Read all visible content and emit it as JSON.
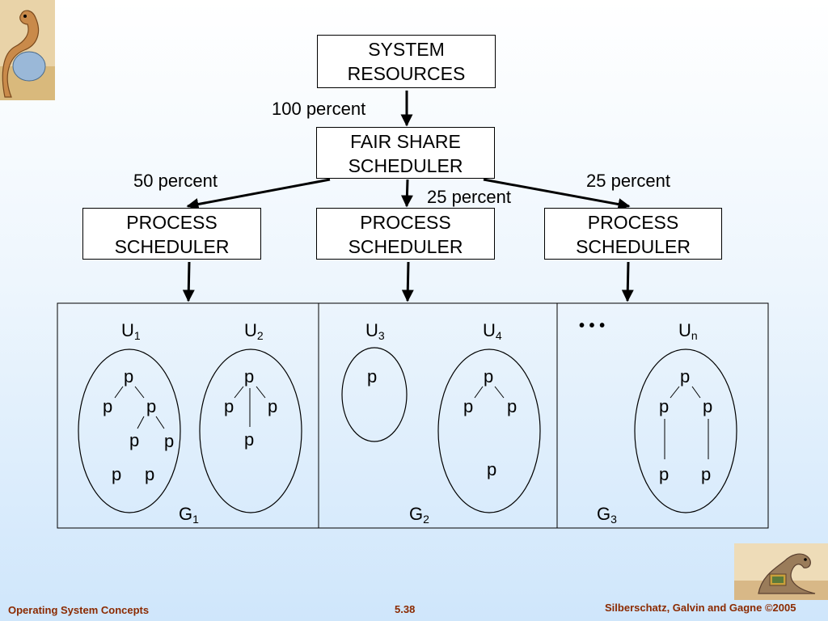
{
  "nodes": {
    "system_resources": "SYSTEM RESOURCES",
    "fair_share": "FAIR SHARE SCHEDULER",
    "process_scheduler_1": "PROCESS SCHEDULER",
    "process_scheduler_2": "PROCESS SCHEDULER",
    "process_scheduler_3": "PROCESS SCHEDULER"
  },
  "edges": {
    "to_fair_share": "100 percent",
    "to_ps1": "50 percent",
    "to_ps2": "25 percent",
    "to_ps3": "25 percent"
  },
  "groups": {
    "g1": {
      "name": "G",
      "sub": "1"
    },
    "g2": {
      "name": "G",
      "sub": "2"
    },
    "g3": {
      "name": "G",
      "sub": "3"
    }
  },
  "users": {
    "u1": {
      "name": "U",
      "sub": "1"
    },
    "u2": {
      "name": "U",
      "sub": "2"
    },
    "u3": {
      "name": "U",
      "sub": "3"
    },
    "u4": {
      "name": "U",
      "sub": "4"
    },
    "un": {
      "name": "U",
      "sub": "n"
    }
  },
  "ellipsis": "• • •",
  "process_label": "p",
  "footer": {
    "left": "Operating System Concepts",
    "center": "5.38",
    "right": "Silberschatz, Galvin and Gagne ©2005"
  }
}
